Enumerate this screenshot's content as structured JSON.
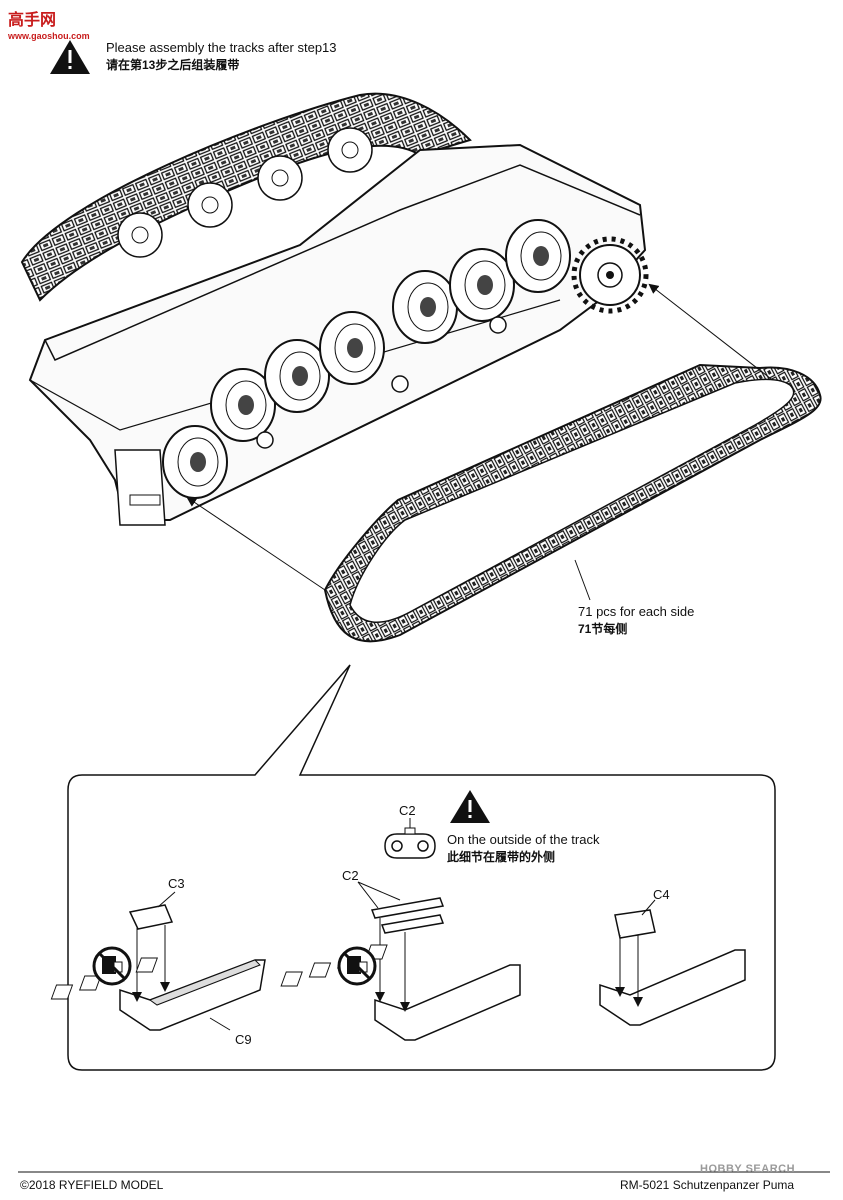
{
  "watermark": {
    "site_logo_text": "高手网",
    "site_url": "www.gaoshou.com",
    "bottom_logo": "HOBBY SEARCH"
  },
  "header": {
    "warning_en": "Please assembly the tracks after step13",
    "warning_cn": "请在第13步之后组装履带"
  },
  "track_callout": {
    "count_en": "71 pcs for each side",
    "count_cn": "71节每侧"
  },
  "detail_panel": {
    "part_c2_label": "C2",
    "note_en": "On the outside of the track",
    "note_cn": "此细节在履带的外侧",
    "step_left": {
      "part_label": "C3",
      "jig_label": "C9"
    },
    "step_middle": {
      "part_label": "C2"
    },
    "step_right": {
      "part_label": "C4"
    }
  },
  "footer": {
    "copyright": "©2018 RYEFIELD MODEL",
    "product": "RM-5021 Schutzenpanzer Puma"
  }
}
